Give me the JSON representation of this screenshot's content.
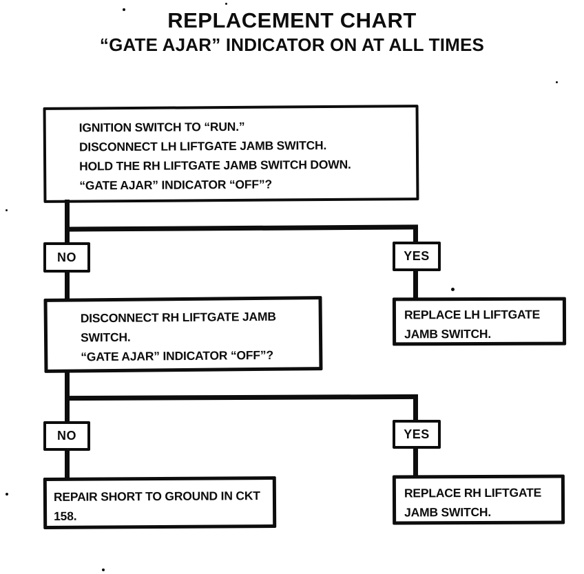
{
  "page": {
    "title": "REPLACEMENT CHART",
    "subtitle": "“GATE AJAR” INDICATOR ON AT ALL TIMES"
  },
  "colors": {
    "ink": "#0d0d0d",
    "paper": "#ffffff"
  },
  "icons": {
    "bullet": "filled-circle"
  },
  "flow": {
    "step1": {
      "lines": [
        {
          "bullet": true,
          "text": "IGNITION SWITCH TO “RUN.”"
        },
        {
          "bullet": true,
          "text": "DISCONNECT LH LIFTGATE JAMB SWITCH."
        },
        {
          "bullet": true,
          "text": "HOLD THE RH LIFTGATE JAMB SWITCH DOWN."
        },
        {
          "bullet": false,
          "text": "“GATE AJAR” INDICATOR “OFF”?"
        }
      ]
    },
    "branch1": {
      "no": "NO",
      "yes": "YES"
    },
    "step2": {
      "lines": [
        {
          "bullet": true,
          "text": "DISCONNECT RH LIFTGATE JAMB SWITCH."
        },
        {
          "bullet": false,
          "text": "“GATE AJAR” INDICATOR “OFF”?"
        }
      ]
    },
    "result_yes1": "REPLACE LH LIFTGATE JAMB SWITCH.",
    "branch2": {
      "no": "NO",
      "yes": "YES"
    },
    "result_no2": "REPAIR SHORT TO GROUND IN CKT 158.",
    "result_yes2": "REPLACE RH LIFTGATE JAMB SWITCH."
  }
}
